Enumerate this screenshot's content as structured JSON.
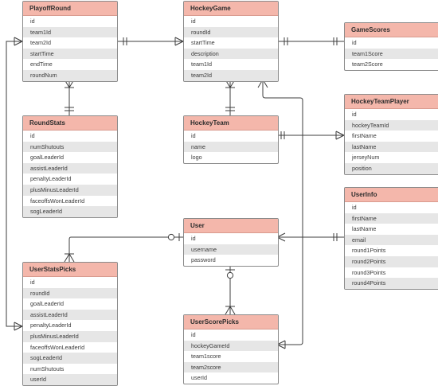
{
  "colors": {
    "header_fill": "#f4b7ab",
    "row_stripe": "#e6e6e6",
    "line": "#3d3d3d"
  },
  "entities": {
    "playoffRound": {
      "name": "PlayoffRound",
      "fields": [
        "id",
        "team1Id",
        "team2Id",
        "startTime",
        "endTime",
        "roundNum"
      ]
    },
    "hockeyGame": {
      "name": "HockeyGame",
      "fields": [
        "id",
        "roundId",
        "startTime",
        "description",
        "team1Id",
        "team2Id"
      ]
    },
    "gameScores": {
      "name": "GameScores",
      "fields": [
        "id",
        "team1Score",
        "team2Score"
      ]
    },
    "roundStats": {
      "name": "RoundStats",
      "fields": [
        "id",
        "numShutouts",
        "goalLeaderId",
        "assistLeaderId",
        "penaltyLeaderId",
        "plusMinusLeaderId",
        "faceoffsWonLeaderId",
        "sogLeaderId"
      ]
    },
    "hockeyTeam": {
      "name": "HockeyTeam",
      "fields": [
        "id",
        "name",
        "logo"
      ]
    },
    "hockeyTeamPlayer": {
      "name": "HockeyTeamPlayer",
      "fields": [
        "id",
        "hockeyTeamId",
        "firstName",
        "lastName",
        "jerseyNum",
        "position"
      ]
    },
    "userInfo": {
      "name": "UserInfo",
      "fields": [
        "id",
        "firstName",
        "lastName",
        "email",
        "round1Points",
        "round2Points",
        "round3Points",
        "round4Points"
      ]
    },
    "user": {
      "name": "User",
      "fields": [
        "id",
        "username",
        "password"
      ]
    },
    "userStatsPicks": {
      "name": "UserStatsPicks",
      "fields": [
        "id",
        "roundId",
        "goalLeaderId",
        "assistLeaderId",
        "penaltyLeaderId",
        "plusMinusLeaderId",
        "faceoffsWonLeaderId",
        "sogLeaderId",
        "numShutouts",
        "userId"
      ]
    },
    "userScorePicks": {
      "name": "UserScorePicks",
      "fields": [
        "id",
        "hockeyGameId",
        "team1score",
        "team2score",
        "userId"
      ]
    }
  }
}
